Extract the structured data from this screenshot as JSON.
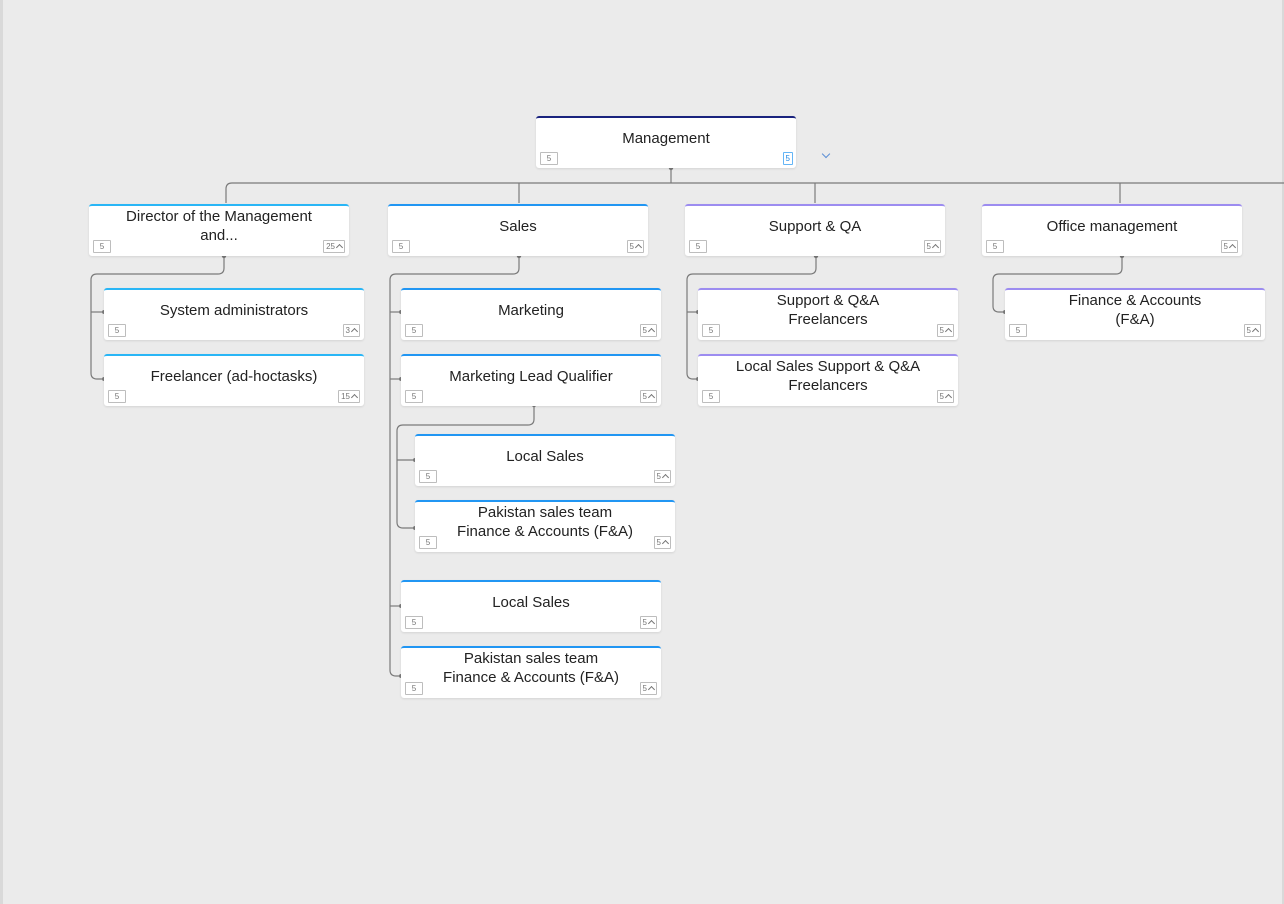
{
  "root": {
    "title": "Management",
    "count": "5",
    "children_count": "5"
  },
  "departments": [
    {
      "title": "Director of the Management\nand...",
      "count": "5",
      "children_count": "25",
      "children": [
        {
          "title": "System administrators",
          "count": "5",
          "children_count": "3"
        },
        {
          "title": "Freelancer (ad-hoctasks)",
          "count": "5",
          "children_count": "15"
        }
      ]
    },
    {
      "title": "Sales",
      "count": "5",
      "children_count": "5",
      "children": [
        {
          "title": "Marketing",
          "count": "5",
          "children_count": "5"
        },
        {
          "title": "Marketing Lead Qualifier",
          "count": "5",
          "children_count": "5",
          "children": [
            {
              "title": "Local Sales",
              "count": "5",
              "children_count": "5"
            },
            {
              "title": "Pakistan sales team\nFinance & Accounts (F&A)",
              "count": "5",
              "children_count": "5"
            }
          ]
        },
        {
          "title": "Local Sales",
          "count": "5",
          "children_count": "5"
        },
        {
          "title": "Pakistan sales team\nFinance & Accounts (F&A)",
          "count": "5",
          "children_count": "5"
        }
      ]
    },
    {
      "title": "Support & QA",
      "count": "5",
      "children_count": "5",
      "children": [
        {
          "title": "Support & Q&A\nFreelancers",
          "count": "5",
          "children_count": "5"
        },
        {
          "title": "Local Sales Support & Q&A\nFreelancers",
          "count": "5",
          "children_count": "5"
        }
      ]
    },
    {
      "title": "Office management",
      "count": "5",
      "children_count": "5",
      "children": [
        {
          "title": "Finance & Accounts\n(F&A)",
          "count": "5",
          "children_count": "5"
        }
      ]
    }
  ],
  "colors": {
    "background": "#ebebeb",
    "connector": "#7a7a7a",
    "root_accent": "#1a237e",
    "blue_accent": "#2196f3",
    "sky_accent": "#29b6f6",
    "purple_accent": "#9c8cf0"
  },
  "icons": {
    "expand": "chevron-down-icon",
    "count_badge_arrow": "chevron-up-icon"
  }
}
